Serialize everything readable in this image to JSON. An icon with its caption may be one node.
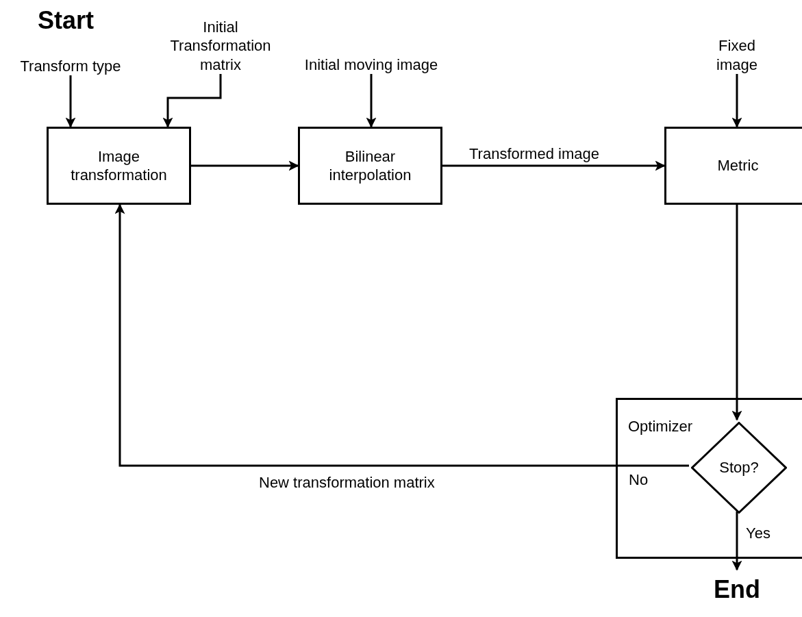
{
  "diagram": {
    "nodes": [
      {
        "text": [
          "Transform type"
        ]
      },
      {
        "text": [
          "Initial Transformation matrix"
        ]
      },
      {
        "text": [
          "Initial moving image"
        ]
      },
      {
        "text": [
          "Fixed image"
        ]
      },
      {
        "text": [
          "Image transformation"
        ]
      },
      {
        "text": [
          "Bilinear interpolation"
        ]
      },
      {
        "text": [
          "Metric"
        ]
      },
      {
        "text": [
          "Optimizer"
        ]
      },
      {
        "text": [
          "Stop?"
        ],
        "in": 7
      },
      {
        "text": [
          "End"
        ]
      }
    ],
    "edges": [
      {
        "from": 0,
        "to": 4,
        "arrow": "to"
      },
      {
        "from": 1,
        "to": 4,
        "arrow": "to"
      },
      {
        "from": 2,
        "to": 5,
        "arrow": "to"
      },
      {
        "from": 3,
        "to": 6,
        "arrow": "to"
      },
      {
        "from": 4,
        "to": 5,
        "arrow": "to"
      },
      {
        "from": 5,
        "to": 6,
        "arrow": "to",
        "label": "Transformed image"
      },
      {
        "from": 6,
        "to": 8,
        "arrow": "to"
      },
      {
        "from": 8,
        "to": 4,
        "arrow": "to",
        "label": "No"
      },
      {
        "from": 8,
        "to": 9,
        "arrow": "to",
        "label": "Yes"
      }
    ],
    "labels": [
      "Start",
      "New transformation matrix"
    ]
  }
}
